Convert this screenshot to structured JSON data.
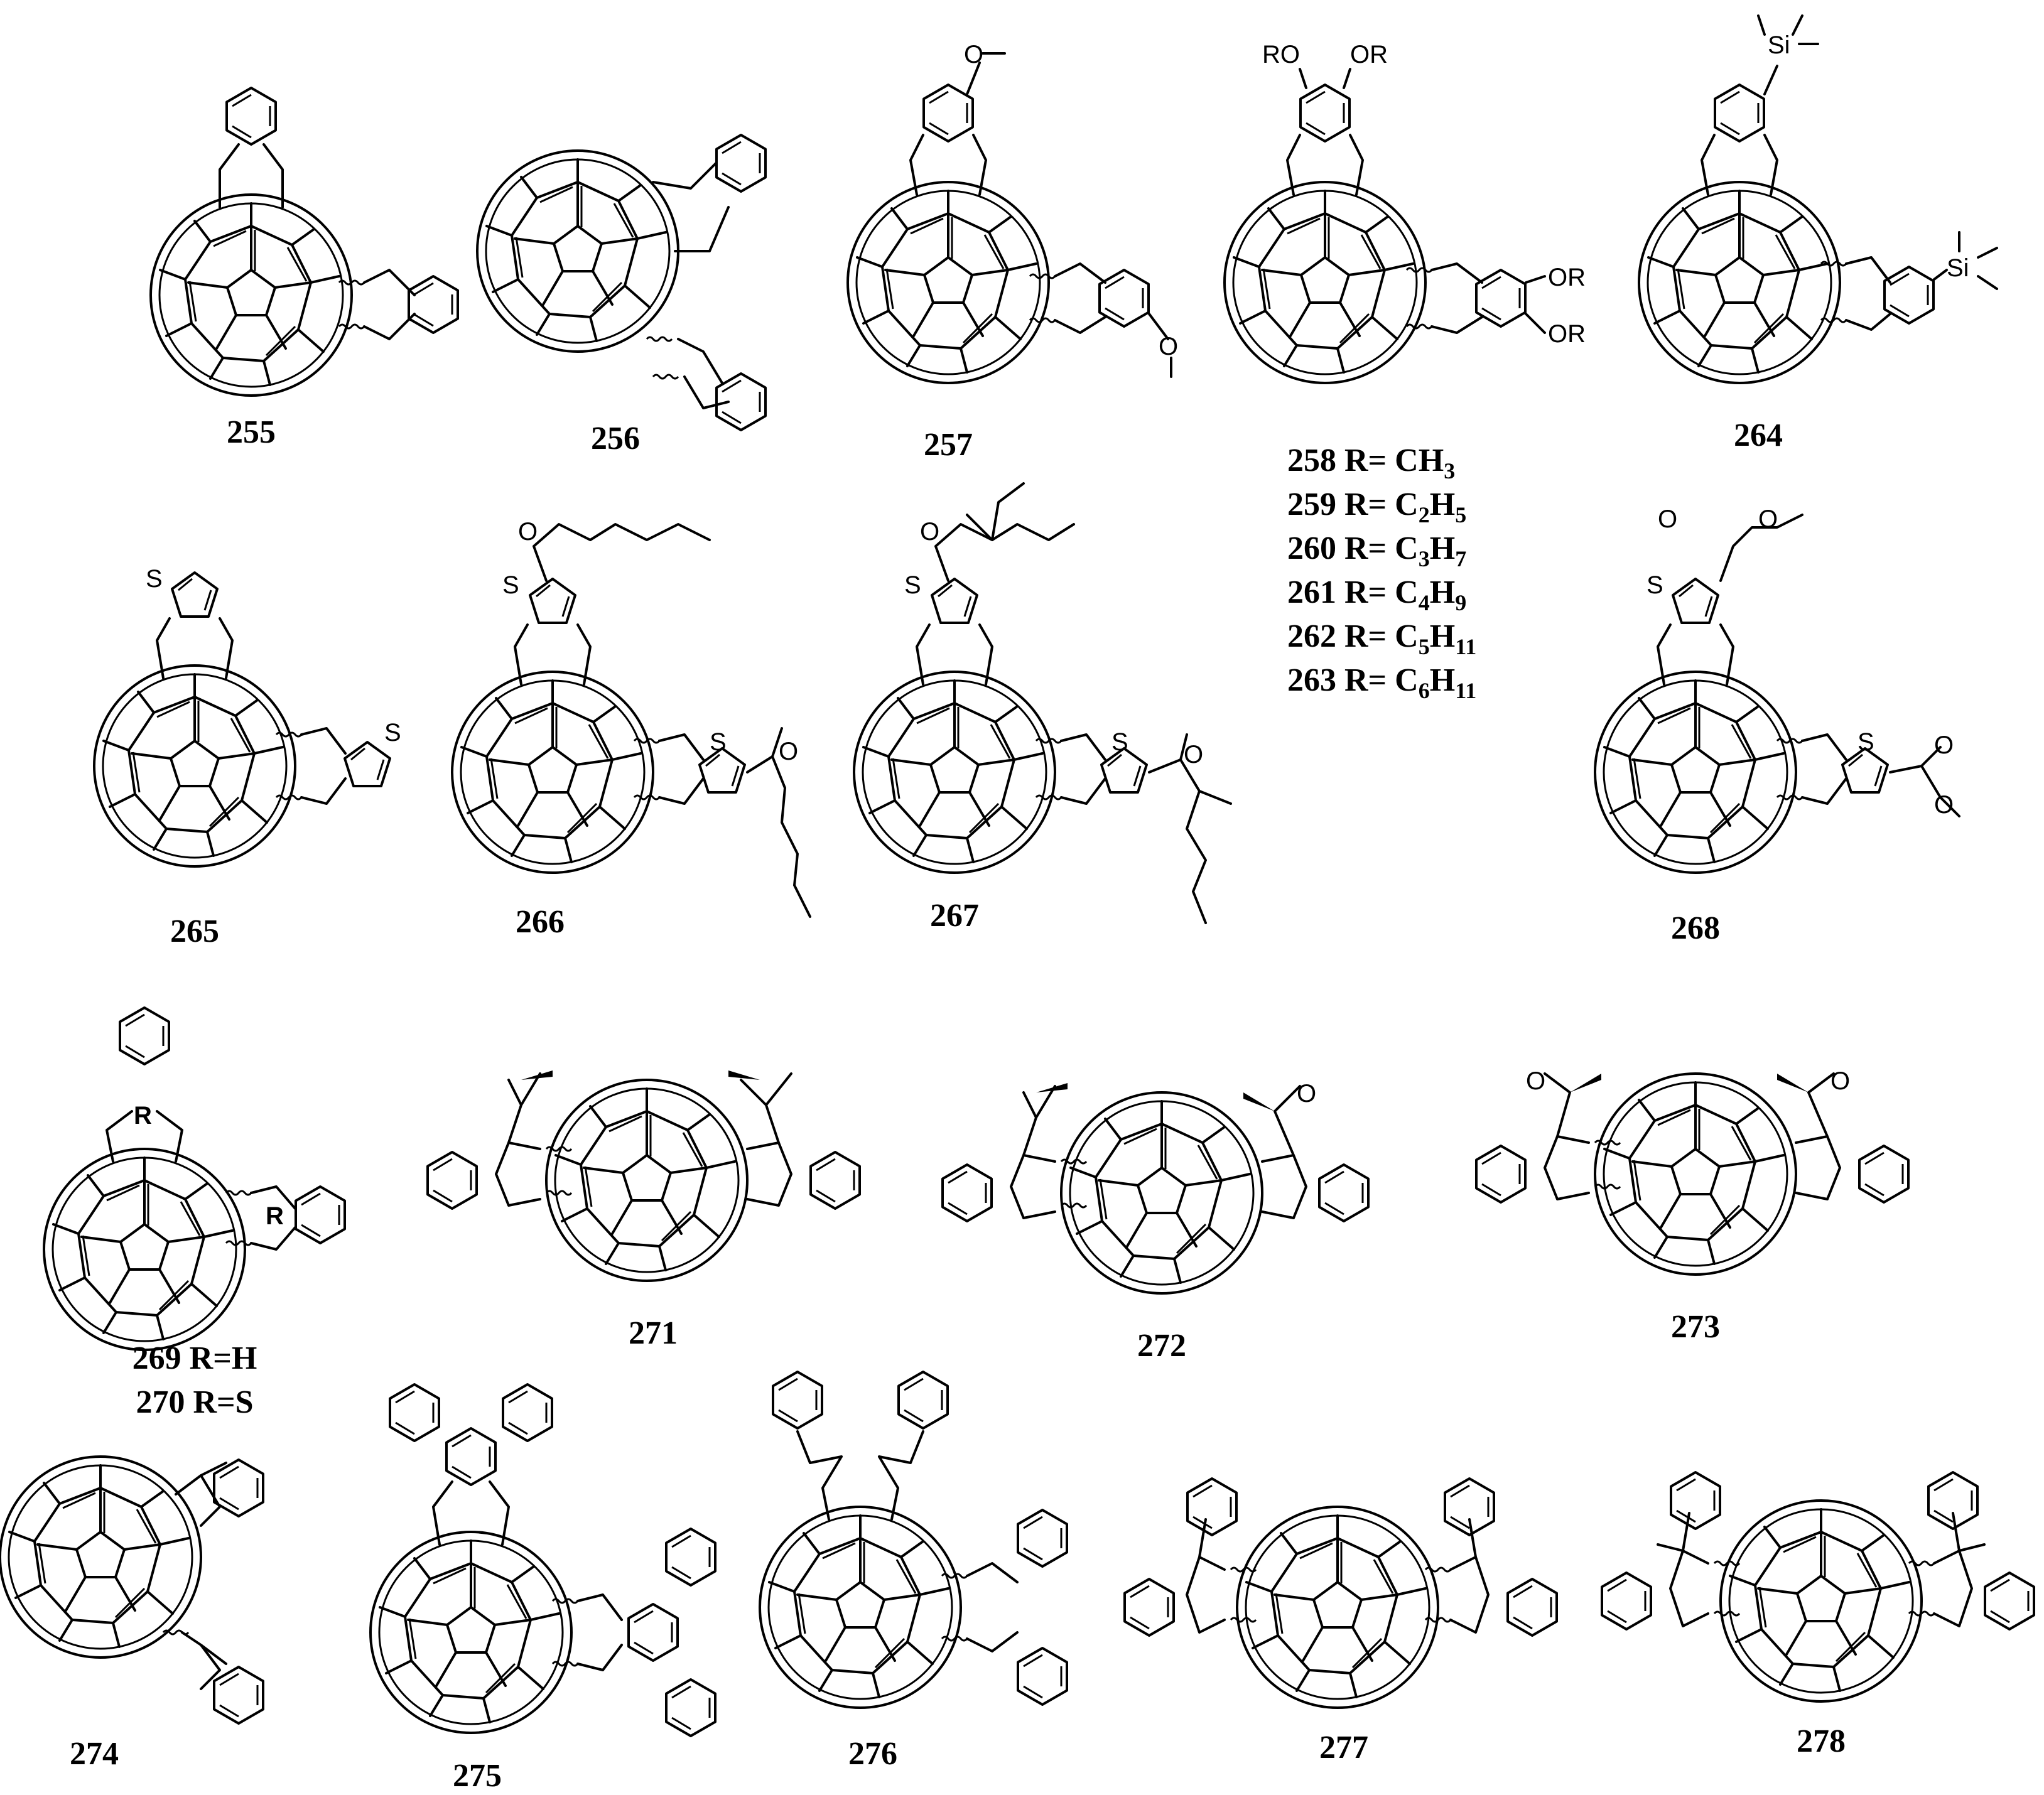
{
  "compounds": [
    {
      "id": "255"
    },
    {
      "id": "256"
    },
    {
      "id": "257"
    },
    {
      "id": "264"
    },
    {
      "id": "265"
    },
    {
      "id": "266"
    },
    {
      "id": "267"
    },
    {
      "id": "268"
    },
    {
      "id": "271"
    },
    {
      "id": "272"
    },
    {
      "id": "273"
    },
    {
      "id": "274"
    },
    {
      "id": "275"
    },
    {
      "id": "276"
    },
    {
      "id": "277"
    },
    {
      "id": "278"
    }
  ],
  "series_258_263": {
    "lines": [
      {
        "num": "258",
        "pre": "R= CH",
        "s1": "3",
        "mid": "",
        "s2": ""
      },
      {
        "num": "259",
        "pre": "R= C",
        "s1": "2",
        "mid": "H",
        "s2": "5"
      },
      {
        "num": "260",
        "pre": "R= C",
        "s1": "3",
        "mid": "H",
        "s2": "7"
      },
      {
        "num": "261",
        "pre": "R= C",
        "s1": "4",
        "mid": "H",
        "s2": "9"
      },
      {
        "num": "262",
        "pre": "R= C",
        "s1": "5",
        "mid": "H",
        "s2": "11"
      },
      {
        "num": "263",
        "pre": "R= C",
        "s1": "6",
        "mid": "H",
        "s2": "11"
      }
    ]
  },
  "series_269_270": {
    "line1": "269 R=H",
    "line2": "270 R=S"
  },
  "atoms": {
    "O": "O",
    "S": "S",
    "Si": "Si",
    "R": "R",
    "OR": "OR",
    "RO": "RO"
  }
}
